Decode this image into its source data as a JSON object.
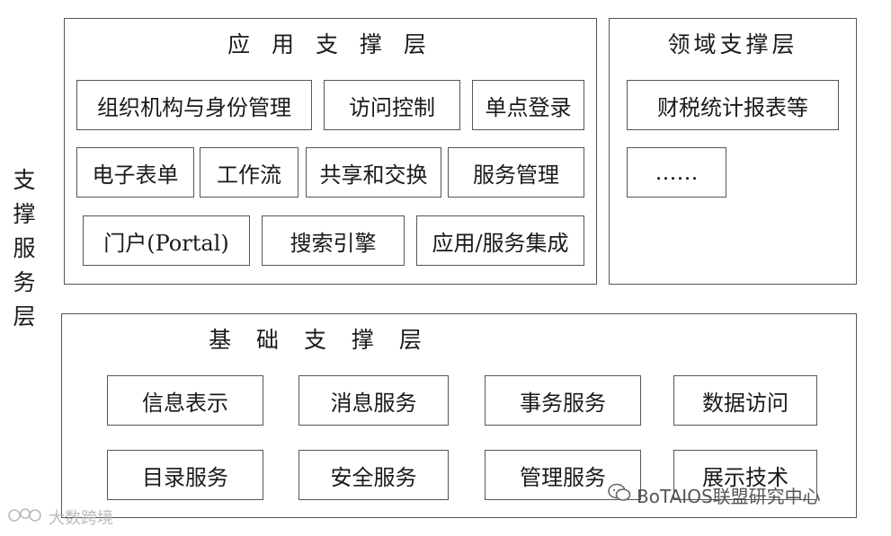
{
  "side_label": [
    "支",
    "撑",
    "服",
    "务",
    "层"
  ],
  "application_layer": {
    "title": "应 用 支 撑 层",
    "row1": [
      "组织机构与身份管理",
      "访问控制",
      "单点登录"
    ],
    "row2": [
      "电子表单",
      "工作流",
      "共享和交换",
      "服务管理"
    ],
    "row3": [
      "门户(Portal)",
      "搜索引擎",
      "应用/服务集成"
    ]
  },
  "domain_layer": {
    "title": "领域支撑层",
    "items": [
      "财税统计报表等",
      "……"
    ]
  },
  "foundation_layer": {
    "title": "基 础 支 撑 层",
    "row1": [
      "信息表示",
      "消息服务",
      "事务服务",
      "数据访问"
    ],
    "row2": [
      "目录服务",
      "安全服务",
      "管理服务",
      "展示技术"
    ]
  },
  "watermarks": {
    "right": "BoTAIOS联盟研究中心",
    "left": "大数跨境"
  }
}
